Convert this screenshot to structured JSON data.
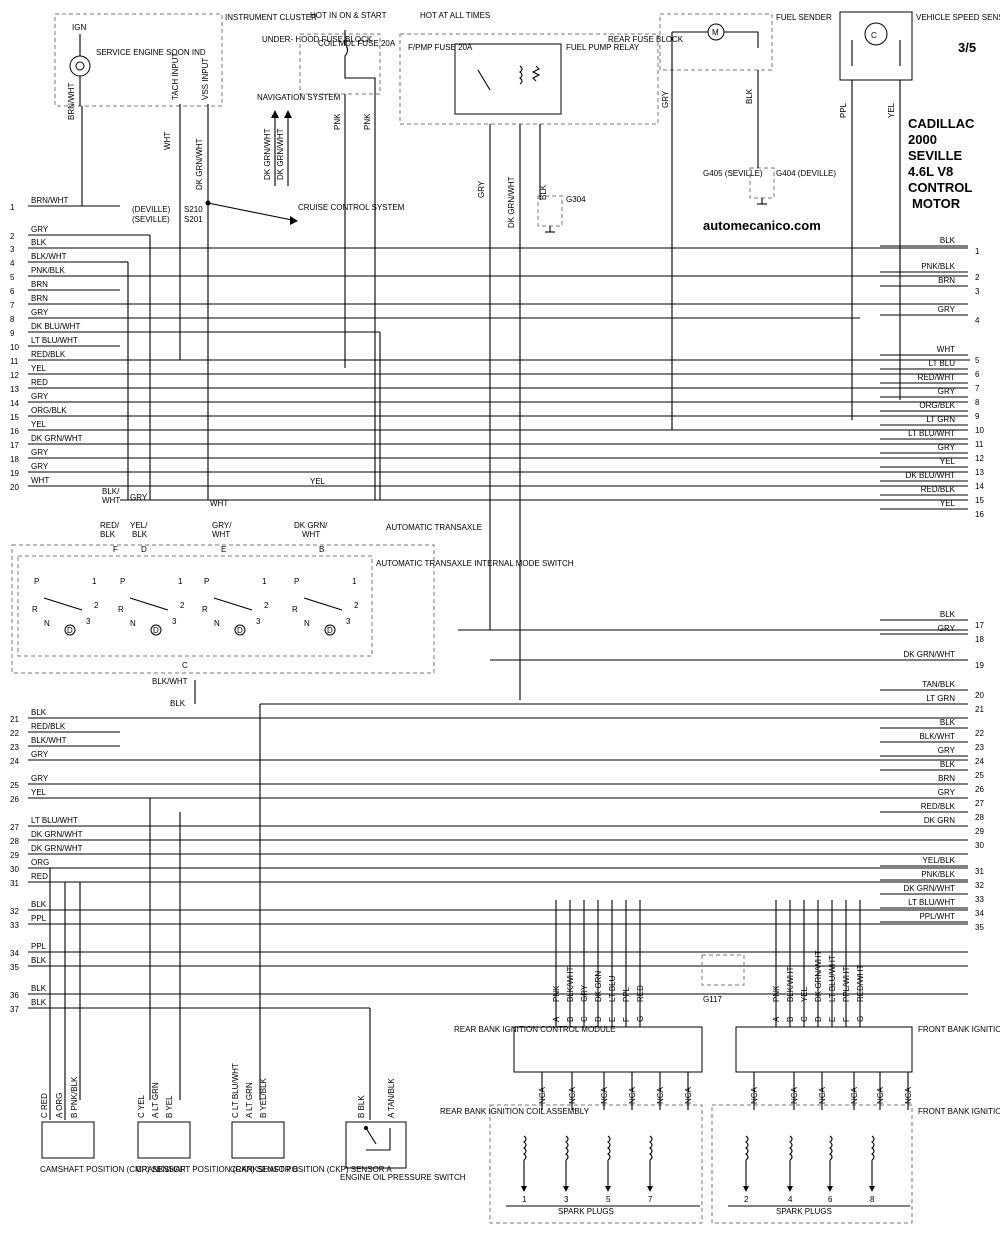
{
  "page_label": "3/5",
  "title": {
    "make": "CADILLAC",
    "year": "2000",
    "model": "SEVILLE",
    "engine": "4.6L V8",
    "line1": "CONTROL",
    "line2": "MOTOR"
  },
  "website": "automecanico.com",
  "components": {
    "instrument_cluster": "INSTRUMENT CLUSTER",
    "ign": "IGN",
    "service_engine_soon": "SERVICE ENGINE SOON IND",
    "tach_input": "TACH INPUT",
    "vss_input": "VSS INPUT",
    "hot_in_on_start": "HOT IN ON & START",
    "underhood_fuse_block": "UNDER- HOOD FUSE BLOCK",
    "coil_mdl_fuse": "COIL MDL FUSE 20A",
    "hot_at_all_times": "HOT AT ALL TIMES",
    "fpmp_fuse": "F/PMP FUSE 20A",
    "rear_fuse_block": "REAR FUSE BLOCK",
    "fuel_pump_relay": "FUEL PUMP RELAY",
    "fuel_sender": "FUEL SENDER",
    "vehicle_speed_sensor": "VEHICLE SPEED SENSOR",
    "navigation_system": "NAVIGATION SYSTEM",
    "cruise_control_system": "CRUISE CONTROL SYSTEM",
    "deville": "(DEVILLE)",
    "seville": "(SEVILLE)",
    "s210": "S210",
    "s201": "S201",
    "g304": "G304",
    "g405": "G405 (SEVILLE)",
    "g404": "G404 (DEVILLE)",
    "g117": "G117",
    "automatic_transaxle": "AUTOMATIC TRANSAXLE",
    "mode_switch": "AUTOMATIC TRANSAXLE INTERNAL MODE SWITCH",
    "rear_bank_module": "REAR BANK IGNITION CONTROL MODULE",
    "front_bank_module": "FRONT BANK IGNITION CONTROL MODULE",
    "rear_bank_coil": "REAR BANK IGNITION COIL ASSEMBLY",
    "front_bank_coil": "FRONT BANK IGNITION COIL ASSEMBLY",
    "spark_plugs": "SPARK PLUGS",
    "cmp_sensor": "CAMSHAFT POSITION (CMP) SENSOR",
    "ckp_sensor_b": "CRANKSHAFT POSITION (CKP) SENSOR B",
    "ckp_sensor_a": "CRANKSHAFT POSITION (CKP) SENSOR A",
    "oil_pressure_switch": "ENGINE OIL PRESSURE SWITCH"
  },
  "left_connector": [
    {
      "pin": "1",
      "color": "BRN/WHT"
    },
    {
      "pin": "2",
      "color": "GRY"
    },
    {
      "pin": "3",
      "color": "BLK"
    },
    {
      "pin": "4",
      "color": "BLK/WHT"
    },
    {
      "pin": "5",
      "color": "PNK/BLK"
    },
    {
      "pin": "6",
      "color": "BRN"
    },
    {
      "pin": "7",
      "color": "BRN"
    },
    {
      "pin": "8",
      "color": "GRY"
    },
    {
      "pin": "9",
      "color": "DK BLU/WHT"
    },
    {
      "pin": "10",
      "color": "LT BLU/WHT"
    },
    {
      "pin": "11",
      "color": "RED/BLK"
    },
    {
      "pin": "12",
      "color": "YEL"
    },
    {
      "pin": "13",
      "color": "RED"
    },
    {
      "pin": "14",
      "color": "GRY"
    },
    {
      "pin": "15",
      "color": "ORG/BLK"
    },
    {
      "pin": "16",
      "color": "YEL"
    },
    {
      "pin": "17",
      "color": "DK GRN/WHT"
    },
    {
      "pin": "18",
      "color": "GRY"
    },
    {
      "pin": "19",
      "color": "GRY"
    },
    {
      "pin": "20",
      "color": "WHT"
    },
    {
      "pin": "21",
      "color": "BLK"
    },
    {
      "pin": "22",
      "color": "RED/BLK"
    },
    {
      "pin": "23",
      "color": "BLK/WHT"
    },
    {
      "pin": "24",
      "color": "GRY"
    },
    {
      "pin": "25",
      "color": "GRY"
    },
    {
      "pin": "26",
      "color": "YEL"
    },
    {
      "pin": "27",
      "color": "LT BLU/WHT"
    },
    {
      "pin": "28",
      "color": "DK GRN/WHT"
    },
    {
      "pin": "29",
      "color": "DK GRN/WHT"
    },
    {
      "pin": "30",
      "color": "ORG"
    },
    {
      "pin": "31",
      "color": "RED"
    },
    {
      "pin": "32",
      "color": "BLK"
    },
    {
      "pin": "33",
      "color": "PPL"
    },
    {
      "pin": "34",
      "color": "PPL"
    },
    {
      "pin": "35",
      "color": "BLK"
    },
    {
      "pin": "36",
      "color": "BLK"
    },
    {
      "pin": "37",
      "color": "BLK"
    }
  ],
  "right_connector": [
    {
      "pin": "1",
      "color": "BLK"
    },
    {
      "pin": "2",
      "color": "PNK/BLK"
    },
    {
      "pin": "3",
      "color": "BRN"
    },
    {
      "pin": "4",
      "color": "GRY"
    },
    {
      "pin": "5",
      "color": "WHT"
    },
    {
      "pin": "6",
      "color": "LT BLU"
    },
    {
      "pin": "7",
      "color": "RED/WHT"
    },
    {
      "pin": "8",
      "color": "GRY"
    },
    {
      "pin": "9",
      "color": "ORG/BLK"
    },
    {
      "pin": "10",
      "color": "LT GRN"
    },
    {
      "pin": "11",
      "color": "LT BLU/WHT"
    },
    {
      "pin": "12",
      "color": "GRY"
    },
    {
      "pin": "13",
      "color": "YEL"
    },
    {
      "pin": "14",
      "color": "DK BLU/WHT"
    },
    {
      "pin": "15",
      "color": "RED/BLK"
    },
    {
      "pin": "16",
      "color": "YEL"
    },
    {
      "pin": "17",
      "color": "BLK"
    },
    {
      "pin": "18",
      "color": "GRY"
    },
    {
      "pin": "19",
      "color": "DK GRN/WHT"
    },
    {
      "pin": "20",
      "color": "TAN/BLK"
    },
    {
      "pin": "21",
      "color": "LT GRN"
    },
    {
      "pin": "22",
      "color": "BLK"
    },
    {
      "pin": "23",
      "color": "BLK/WHT"
    },
    {
      "pin": "24",
      "color": "GRY"
    },
    {
      "pin": "25",
      "color": "BLK"
    },
    {
      "pin": "26",
      "color": "BRN"
    },
    {
      "pin": "27",
      "color": "GRY"
    },
    {
      "pin": "28",
      "color": "RED/BLK"
    },
    {
      "pin": "29",
      "color": "DK GRN"
    },
    {
      "pin": "30",
      "color": ""
    },
    {
      "pin": "31",
      "color": "YEL/BLK"
    },
    {
      "pin": "32",
      "color": "PNK/BLK"
    },
    {
      "pin": "33",
      "color": "DK GRN/WHT"
    },
    {
      "pin": "34",
      "color": "LT BLU/WHT"
    },
    {
      "pin": "35",
      "color": "PPL/WHT"
    }
  ],
  "rear_module_pins": [
    {
      "pin": "A",
      "color": "PNK"
    },
    {
      "pin": "B",
      "color": "BLK/WHT"
    },
    {
      "pin": "C",
      "color": "GRY"
    },
    {
      "pin": "D",
      "color": "DK GRN"
    },
    {
      "pin": "E",
      "color": "LT BLU"
    },
    {
      "pin": "F",
      "color": "PPL"
    },
    {
      "pin": "G",
      "color": "RED"
    }
  ],
  "front_module_pins": [
    {
      "pin": "A",
      "color": "PNK"
    },
    {
      "pin": "B",
      "color": "BLK/WHT"
    },
    {
      "pin": "C",
      "color": "YEL"
    },
    {
      "pin": "D",
      "color": "DK GRN/WHT"
    },
    {
      "pin": "E",
      "color": "LT BLU/WHT"
    },
    {
      "pin": "F",
      "color": "PPL/WHT"
    },
    {
      "pin": "G",
      "color": "RED/WHT"
    }
  ],
  "rear_plugs": [
    "1",
    "3",
    "5",
    "7"
  ],
  "front_plugs": [
    "2",
    "4",
    "6",
    "8"
  ],
  "nca": "NCA"
}
